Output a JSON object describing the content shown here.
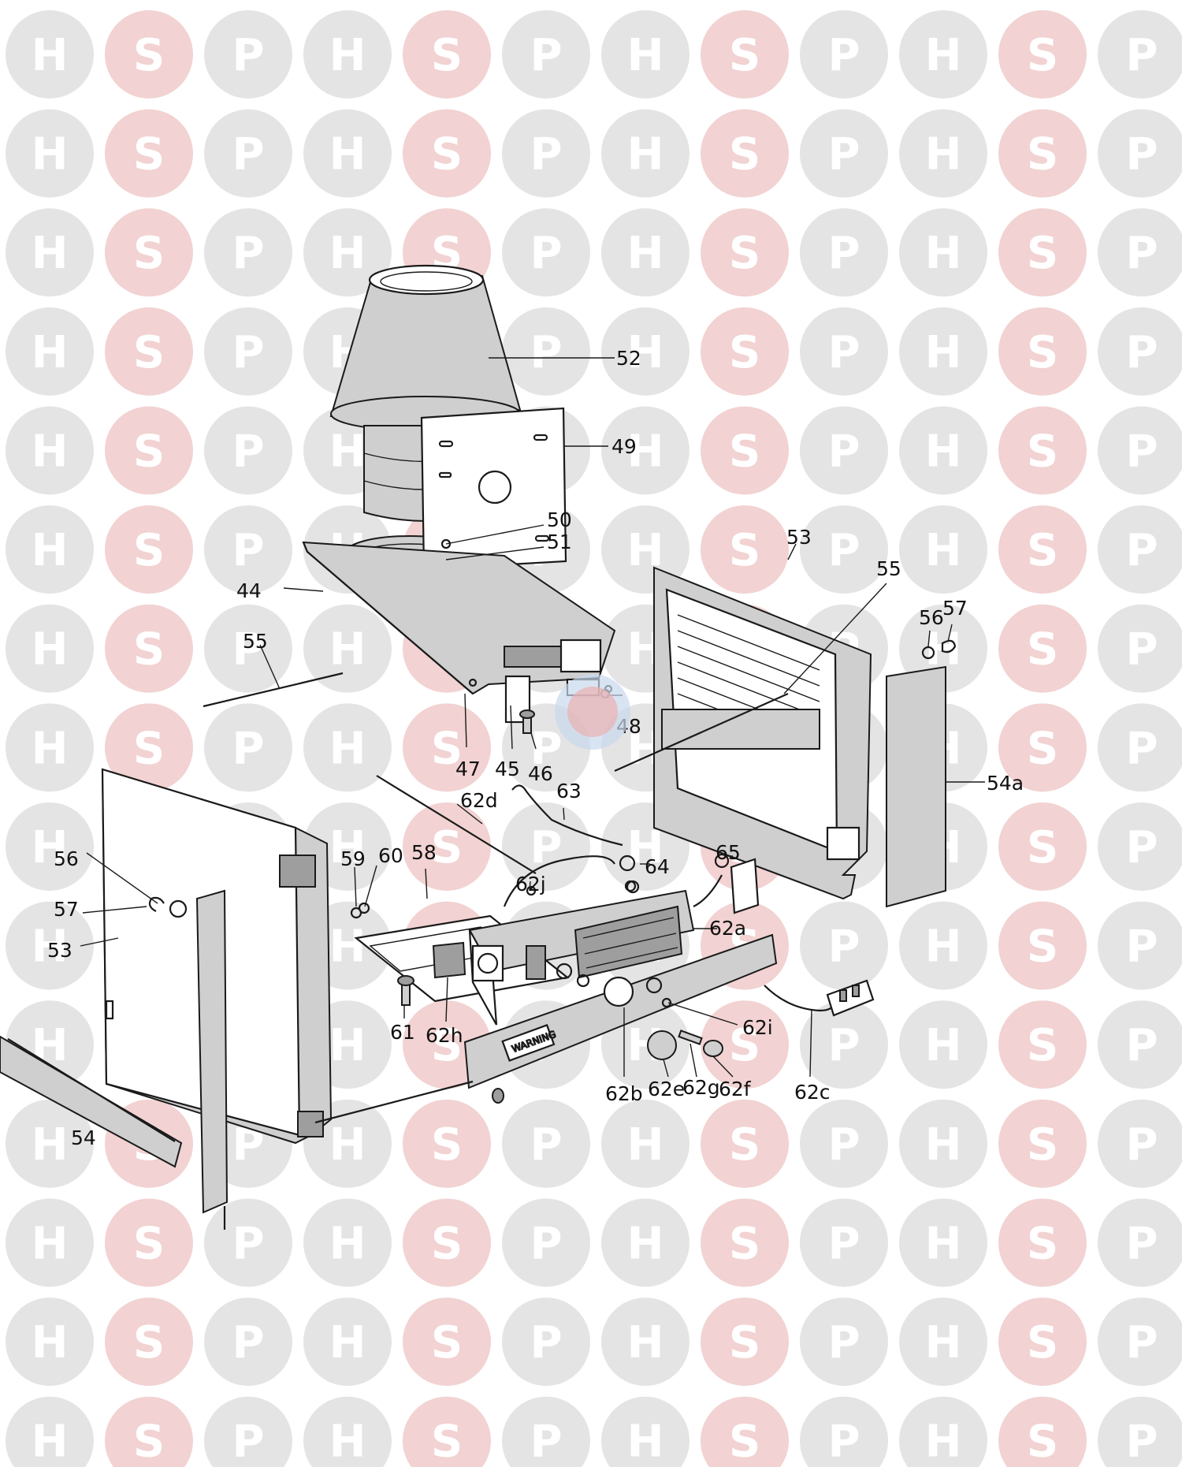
{
  "watermark": {
    "letters": [
      "H",
      "S",
      "P"
    ],
    "colors": {
      "H": "#e4e4e4",
      "S": "#f2d2d2",
      "P": "#e4e4e4",
      "letter_fill": "#ffffff",
      "center_badge_blue": "#c9d8ee",
      "center_badge_red": "#e9b0b0"
    }
  },
  "diagram": {
    "callouts": [
      {
        "id": "52",
        "label": "52"
      },
      {
        "id": "49",
        "label": "49"
      },
      {
        "id": "50",
        "label": "50"
      },
      {
        "id": "51",
        "label": "51"
      },
      {
        "id": "44",
        "label": "44"
      },
      {
        "id": "53-right",
        "label": "53"
      },
      {
        "id": "55-right",
        "label": "55"
      },
      {
        "id": "56-right",
        "label": "56"
      },
      {
        "id": "57-right",
        "label": "57"
      },
      {
        "id": "55-left",
        "label": "55"
      },
      {
        "id": "48",
        "label": "48"
      },
      {
        "id": "47",
        "label": "47"
      },
      {
        "id": "45",
        "label": "45"
      },
      {
        "id": "46",
        "label": "46"
      },
      {
        "id": "54a",
        "label": "54a"
      },
      {
        "id": "62d",
        "label": "62d"
      },
      {
        "id": "63",
        "label": "63"
      },
      {
        "id": "64",
        "label": "64"
      },
      {
        "id": "65",
        "label": "65"
      },
      {
        "id": "62j",
        "label": "62j"
      },
      {
        "id": "56-left",
        "label": "56"
      },
      {
        "id": "59",
        "label": "59"
      },
      {
        "id": "60",
        "label": "60"
      },
      {
        "id": "58",
        "label": "58"
      },
      {
        "id": "57-left",
        "label": "57"
      },
      {
        "id": "53-left",
        "label": "53"
      },
      {
        "id": "62a",
        "label": "62a"
      },
      {
        "id": "61",
        "label": "61"
      },
      {
        "id": "62h",
        "label": "62h"
      },
      {
        "id": "62i",
        "label": "62i"
      },
      {
        "id": "54",
        "label": "54"
      },
      {
        "id": "62b",
        "label": "62b"
      },
      {
        "id": "62e",
        "label": "62e"
      },
      {
        "id": "62g",
        "label": "62g"
      },
      {
        "id": "62f",
        "label": "62f"
      },
      {
        "id": "62c",
        "label": "62c"
      }
    ],
    "panel_label": "WARNING"
  }
}
